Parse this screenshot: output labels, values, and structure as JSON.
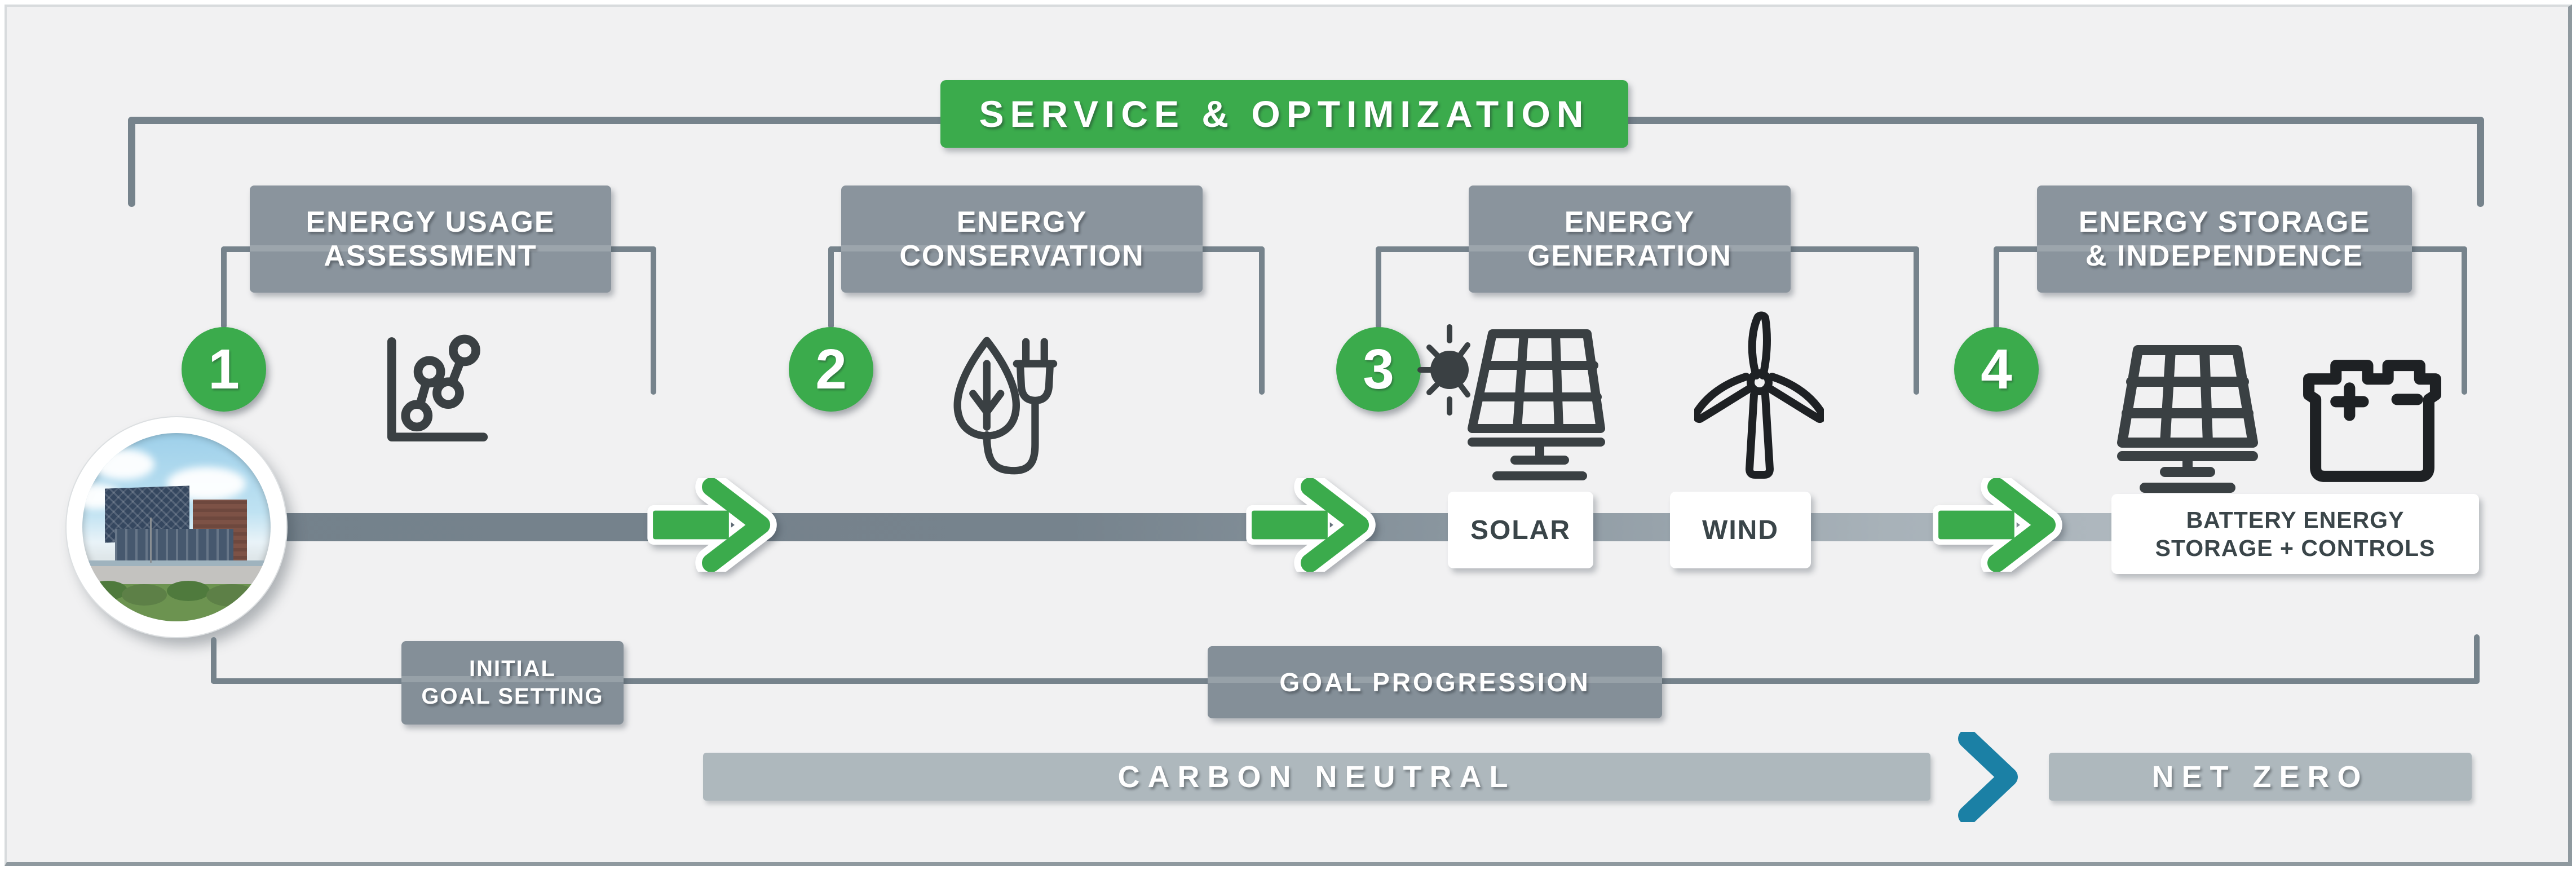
{
  "header": {
    "title": "SERVICE & OPTIMIZATION"
  },
  "steps": [
    {
      "number": "1",
      "title_line1": "ENERGY USAGE",
      "title_line2": "ASSESSMENT",
      "icon": "line-chart-icon"
    },
    {
      "number": "2",
      "title_line1": "ENERGY",
      "title_line2": "CONSERVATION",
      "icon": "leaf-plug-icon"
    },
    {
      "number": "3",
      "title_line1": "ENERGY",
      "title_line2": "GENERATION",
      "icon": "sun-solar-panel-icon, wind-turbine-icon"
    },
    {
      "number": "4",
      "title_line1": "ENERGY STORAGE",
      "title_line2": "& INDEPENDENCE",
      "icon": "solar-panel-icon, battery-icon"
    }
  ],
  "timeline": {
    "solar_label": "SOLAR",
    "wind_label": "WIND",
    "battery_label_line1": "BATTERY ENERGY",
    "battery_label_line2": "STORAGE + CONTROLS",
    "start_image": "building-photo"
  },
  "footer": {
    "initial_line1": "INITIAL",
    "initial_line2": "GOAL SETTING",
    "progression": "GOAL PROGRESSION",
    "carbon": "CARBON NEUTRAL",
    "netzero": "NET ZERO"
  },
  "palette": {
    "accent_green": "#3BAB4C",
    "slate": "#76838C",
    "slate_box": "#8A949D",
    "light_bar": "#AEB8BD",
    "teal_chevron": "#1B80A5",
    "icon_charcoal": "#3A4043",
    "panel_bg": "#F1F1F2"
  }
}
